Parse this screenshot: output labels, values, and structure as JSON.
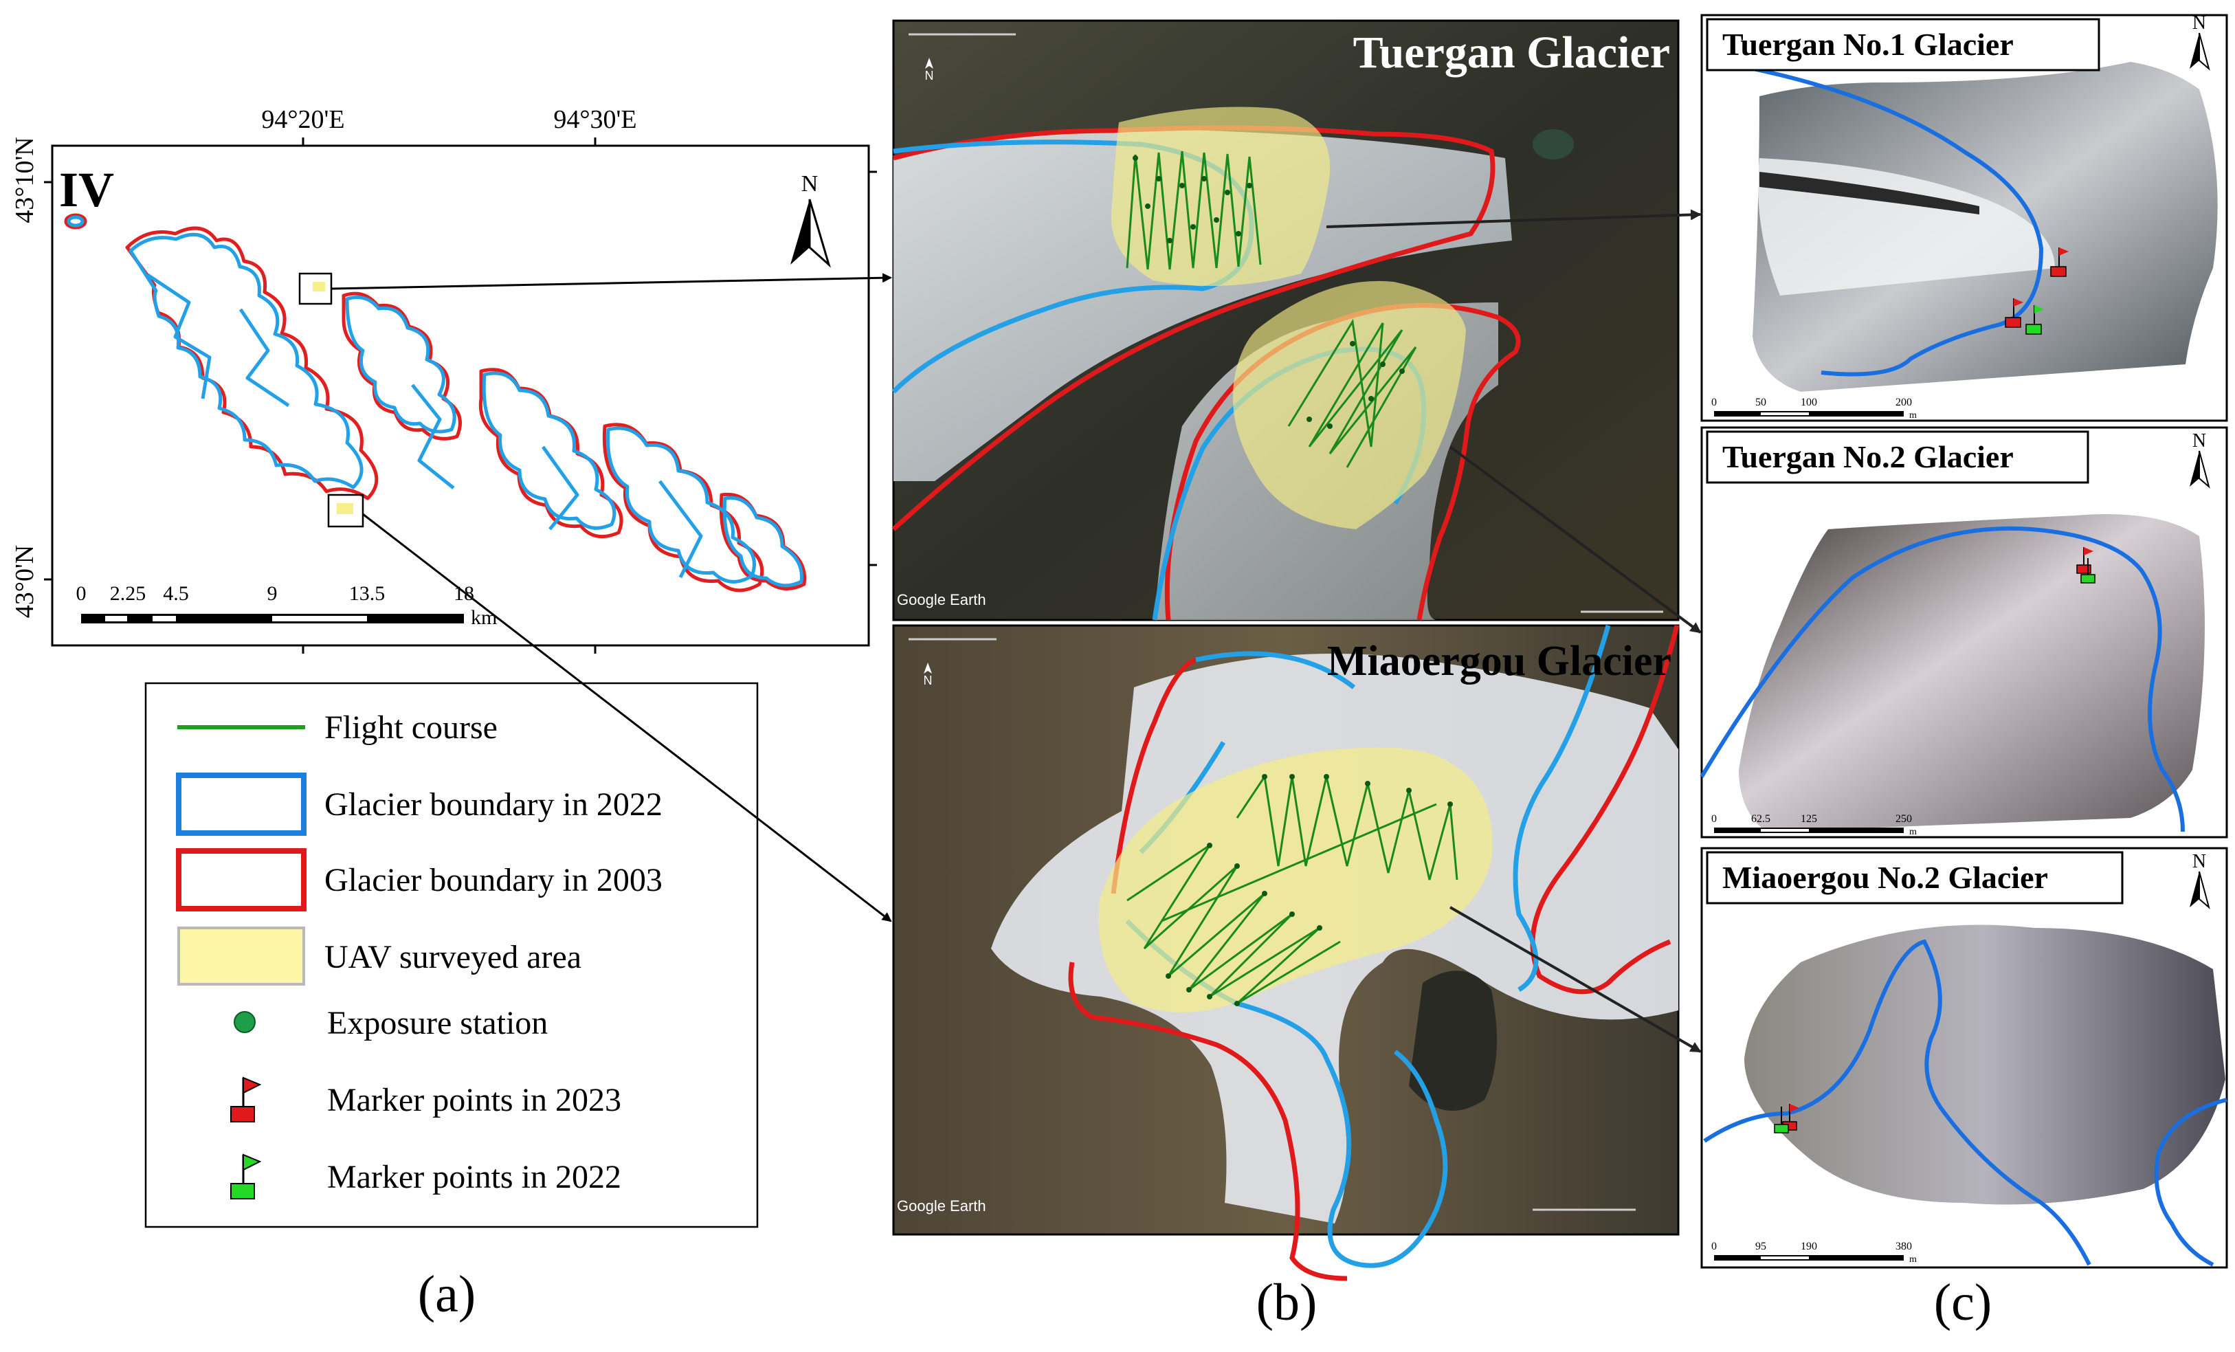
{
  "panel_a": {
    "region_label": "IV",
    "lon_labels": [
      "94°20'E",
      "94°30'E"
    ],
    "lat_labels": [
      "43°10'N",
      "43°0'N"
    ],
    "north": "N",
    "scale_ticks": [
      "0",
      "2.25",
      "4.5",
      "9",
      "13.5",
      "18"
    ],
    "scale_unit": "km",
    "caption": "(a)"
  },
  "legend": {
    "items": [
      {
        "label": "Flight course",
        "symbol": "line",
        "color": "#1f9e1f"
      },
      {
        "label": "Glacier boundary in 2022",
        "symbol": "box",
        "color": "#1a7fe0"
      },
      {
        "label": "Glacier boundary in 2003",
        "symbol": "box",
        "color": "#e01a1a"
      },
      {
        "label": "UAV surveyed area",
        "symbol": "fill",
        "color": "#fcf6a6"
      },
      {
        "label": "Exposure station",
        "symbol": "dot",
        "color": "#1f9e4a"
      },
      {
        "label": "Marker points in 2023",
        "symbol": "flag-red",
        "color": "#e01a1a"
      },
      {
        "label": "Marker points in 2022",
        "symbol": "flag-green",
        "color": "#26d926"
      }
    ]
  },
  "panel_b": {
    "top_title": "Tuergan Glacier",
    "bottom_title": "Miaoergou Glacier",
    "watermark": "Google Earth",
    "north": "N",
    "caption": "(b)"
  },
  "panel_c": {
    "insets": [
      {
        "title": "Tuergan No.1 Glacier",
        "scale_ticks": [
          "0",
          "50",
          "100",
          "200"
        ],
        "unit": "m"
      },
      {
        "title": "Tuergan No.2 Glacier",
        "scale_ticks": [
          "0",
          "62.5",
          "125",
          "250"
        ],
        "unit": "m"
      },
      {
        "title": "Miaoergou No.2 Glacier",
        "scale_ticks": [
          "0",
          "95",
          "190",
          "380"
        ],
        "unit": "m"
      }
    ],
    "north": "N",
    "caption": "(c)"
  },
  "colors": {
    "boundary_2022": "#1a90e0",
    "boundary_2003": "#e01a1a",
    "uav_area": "#f5ec86",
    "flight": "#1a8a1a"
  }
}
